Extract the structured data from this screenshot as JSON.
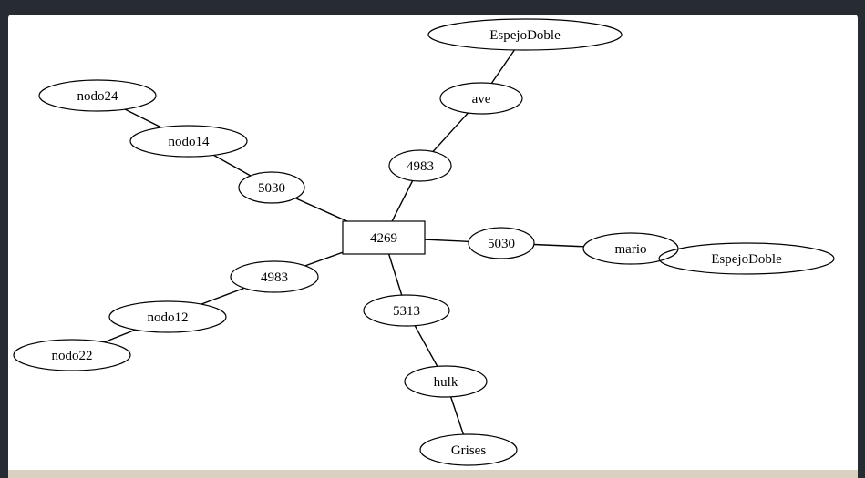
{
  "graph": {
    "nodes": [
      {
        "id": "center",
        "label": "4269",
        "shape": "box"
      },
      {
        "id": "n_4983_top",
        "label": "4983",
        "shape": "ellipse"
      },
      {
        "id": "n_ave",
        "label": "ave",
        "shape": "ellipse"
      },
      {
        "id": "n_espejo_top",
        "label": "EspejoDoble",
        "shape": "ellipse"
      },
      {
        "id": "n_5030_left",
        "label": "5030",
        "shape": "ellipse"
      },
      {
        "id": "n_nodo14",
        "label": "nodo14",
        "shape": "ellipse"
      },
      {
        "id": "n_nodo24",
        "label": "nodo24",
        "shape": "ellipse"
      },
      {
        "id": "n_5030_right",
        "label": "5030",
        "shape": "ellipse"
      },
      {
        "id": "n_mario",
        "label": "mario",
        "shape": "ellipse"
      },
      {
        "id": "n_espejo_right",
        "label": "EspejoDoble",
        "shape": "ellipse"
      },
      {
        "id": "n_4983_left",
        "label": "4983",
        "shape": "ellipse"
      },
      {
        "id": "n_nodo12",
        "label": "nodo12",
        "shape": "ellipse"
      },
      {
        "id": "n_nodo22",
        "label": "nodo22",
        "shape": "ellipse"
      },
      {
        "id": "n_5313",
        "label": "5313",
        "shape": "ellipse"
      },
      {
        "id": "n_hulk",
        "label": "hulk",
        "shape": "ellipse"
      },
      {
        "id": "n_grises",
        "label": "Grises",
        "shape": "ellipse"
      }
    ],
    "edges": [
      [
        "center",
        "n_4983_top"
      ],
      [
        "n_4983_top",
        "n_ave"
      ],
      [
        "n_ave",
        "n_espejo_top"
      ],
      [
        "center",
        "n_5030_left"
      ],
      [
        "n_5030_left",
        "n_nodo14"
      ],
      [
        "n_nodo14",
        "n_nodo24"
      ],
      [
        "center",
        "n_5030_right"
      ],
      [
        "n_5030_right",
        "n_mario"
      ],
      [
        "center",
        "n_4983_left"
      ],
      [
        "n_4983_left",
        "n_nodo12"
      ],
      [
        "n_nodo12",
        "n_nodo22"
      ],
      [
        "center",
        "n_5313"
      ],
      [
        "n_5313",
        "n_hulk"
      ],
      [
        "n_hulk",
        "n_grises"
      ]
    ]
  }
}
